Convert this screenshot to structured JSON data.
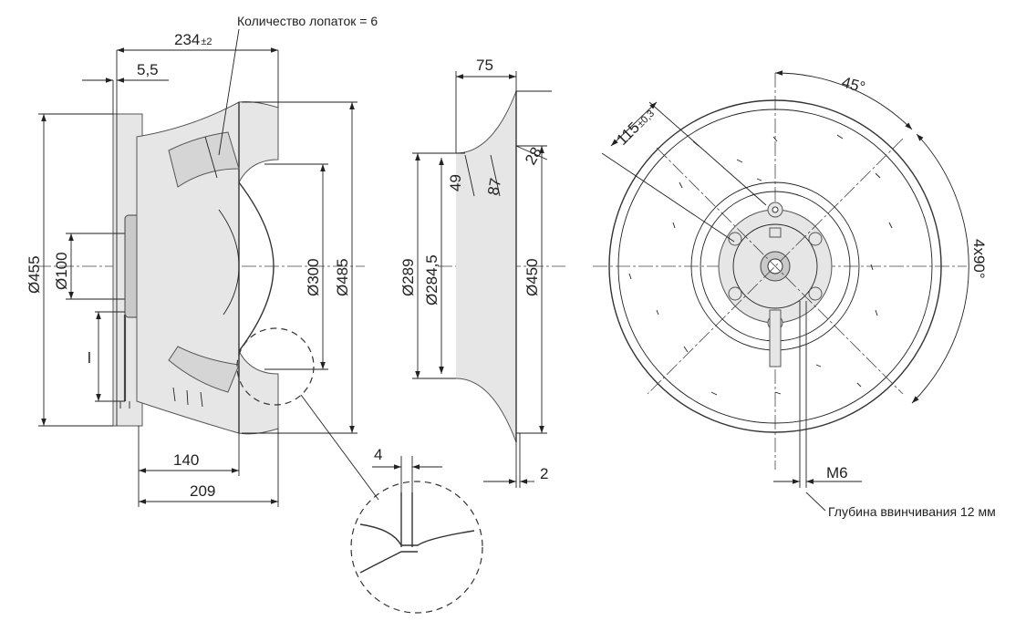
{
  "side_view": {
    "blade_count_note": "Количество лопаток = 6",
    "dim_width": "234",
    "dim_width_tol": "±2",
    "dim_flange": "5,5",
    "dim_d455": "Ø455",
    "dim_d100": "Ø100",
    "dim_d300": "Ø300",
    "dim_d485": "Ø485",
    "dim_l": "l",
    "dim_140": "140",
    "dim_209": "209"
  },
  "detail_view": {
    "dim_4": "4"
  },
  "nozzle_view": {
    "dim_75": "75",
    "dim_28": "28",
    "dim_49": "49",
    "dim_87": "87",
    "dim_d289": "Ø289",
    "dim_d284": "Ø284,5",
    "dim_d450": "Ø450",
    "dim_2": "2"
  },
  "front_view": {
    "dim_115": "115",
    "dim_115_tol": "±0,3",
    "dim_45": "45°",
    "dim_4x90": "4x90°",
    "dim_m6": "M6",
    "screw_depth_note": "Глубина ввинчивания 12 мм"
  }
}
